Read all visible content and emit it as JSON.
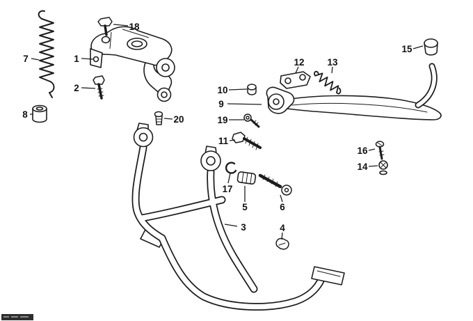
{
  "page": {
    "background_color": "#ffffff",
    "line_color": "#1c1c1c"
  },
  "diagram": {
    "kind": "exploded-parts-diagram",
    "subject": "center-stand-and-side-stand-assembly",
    "part_labels": [
      {
        "text": "1",
        "part": "mounting-bracket"
      },
      {
        "text": "2",
        "part": "bolt"
      },
      {
        "text": "3",
        "part": "center-stand"
      },
      {
        "text": "4",
        "part": "clip"
      },
      {
        "text": "5",
        "part": "bushing"
      },
      {
        "text": "6",
        "part": "bolt"
      },
      {
        "text": "7",
        "part": "tension-spring"
      },
      {
        "text": "8",
        "part": "sleeve"
      },
      {
        "text": "9",
        "part": "side-stand"
      },
      {
        "text": "10",
        "part": "nut"
      },
      {
        "text": "11",
        "part": "bolt"
      },
      {
        "text": "12",
        "part": "bracket-plate"
      },
      {
        "text": "13",
        "part": "spring"
      },
      {
        "text": "14",
        "part": "washer"
      },
      {
        "text": "15",
        "part": "cap"
      },
      {
        "text": "16",
        "part": "screw"
      },
      {
        "text": "17",
        "part": "snap-ring"
      },
      {
        "text": "18",
        "part": "bolt"
      },
      {
        "text": "19",
        "part": "screw-washer"
      },
      {
        "text": "20",
        "part": "bolt"
      }
    ]
  }
}
